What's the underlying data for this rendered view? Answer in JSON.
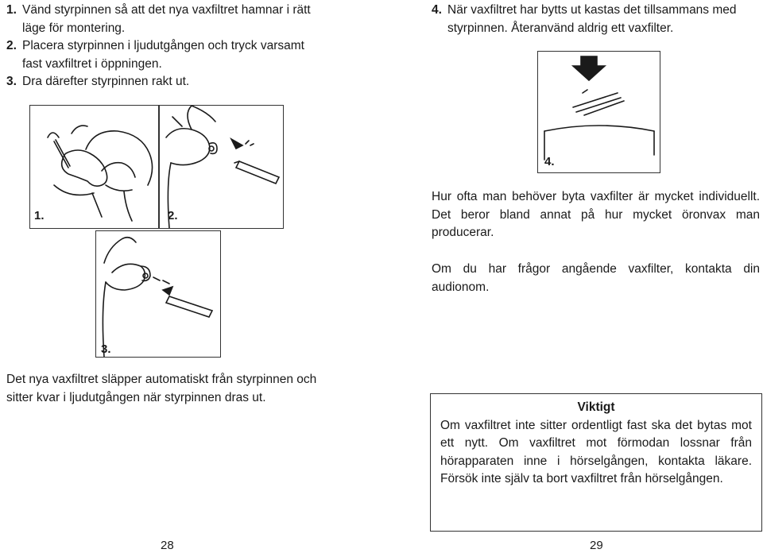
{
  "left_steps": [
    {
      "num": "1.",
      "text": "Vänd styrpinnen så att det nya vaxfiltret hamnar i rätt läge för montering."
    },
    {
      "num": "2.",
      "text": "Placera styrpinnen i ljudutgången och tryck varsamt fast vaxfiltret i öppningen."
    },
    {
      "num": "3.",
      "text": "Dra därefter styrpinnen rakt ut."
    }
  ],
  "right_steps": [
    {
      "num": "4.",
      "text": "När vaxfiltret har bytts ut kastas det tillsammans med styrpinnen. Återanvänd aldrig ett vaxfilter."
    }
  ],
  "panels": {
    "p1": "1.",
    "p2": "2.",
    "p3": "3.",
    "p4": "4."
  },
  "caption_left": "Det nya vaxfiltret släpper automatiskt från styrpinnen och sitter kvar i ljudutgången när styrpinnen dras ut.",
  "para1": "Hur ofta man behöver byta vaxfilter är mycket individuellt. Det beror bland annat på hur mycket öronvax man producerar.",
  "para2": "Om du har frågor angående vaxfilter, kontakta din audionom.",
  "important": {
    "title": "Viktigt",
    "text": "Om vaxfiltret inte sitter ordentligt fast ska det bytas mot ett nytt. Om vaxfiltret mot förmodan lossnar från hörapparaten inne i hörselgången, kontakta läkare. Försök inte själv ta bort vaxfiltret från hörselgången."
  },
  "page_left": "28",
  "page_right": "29"
}
